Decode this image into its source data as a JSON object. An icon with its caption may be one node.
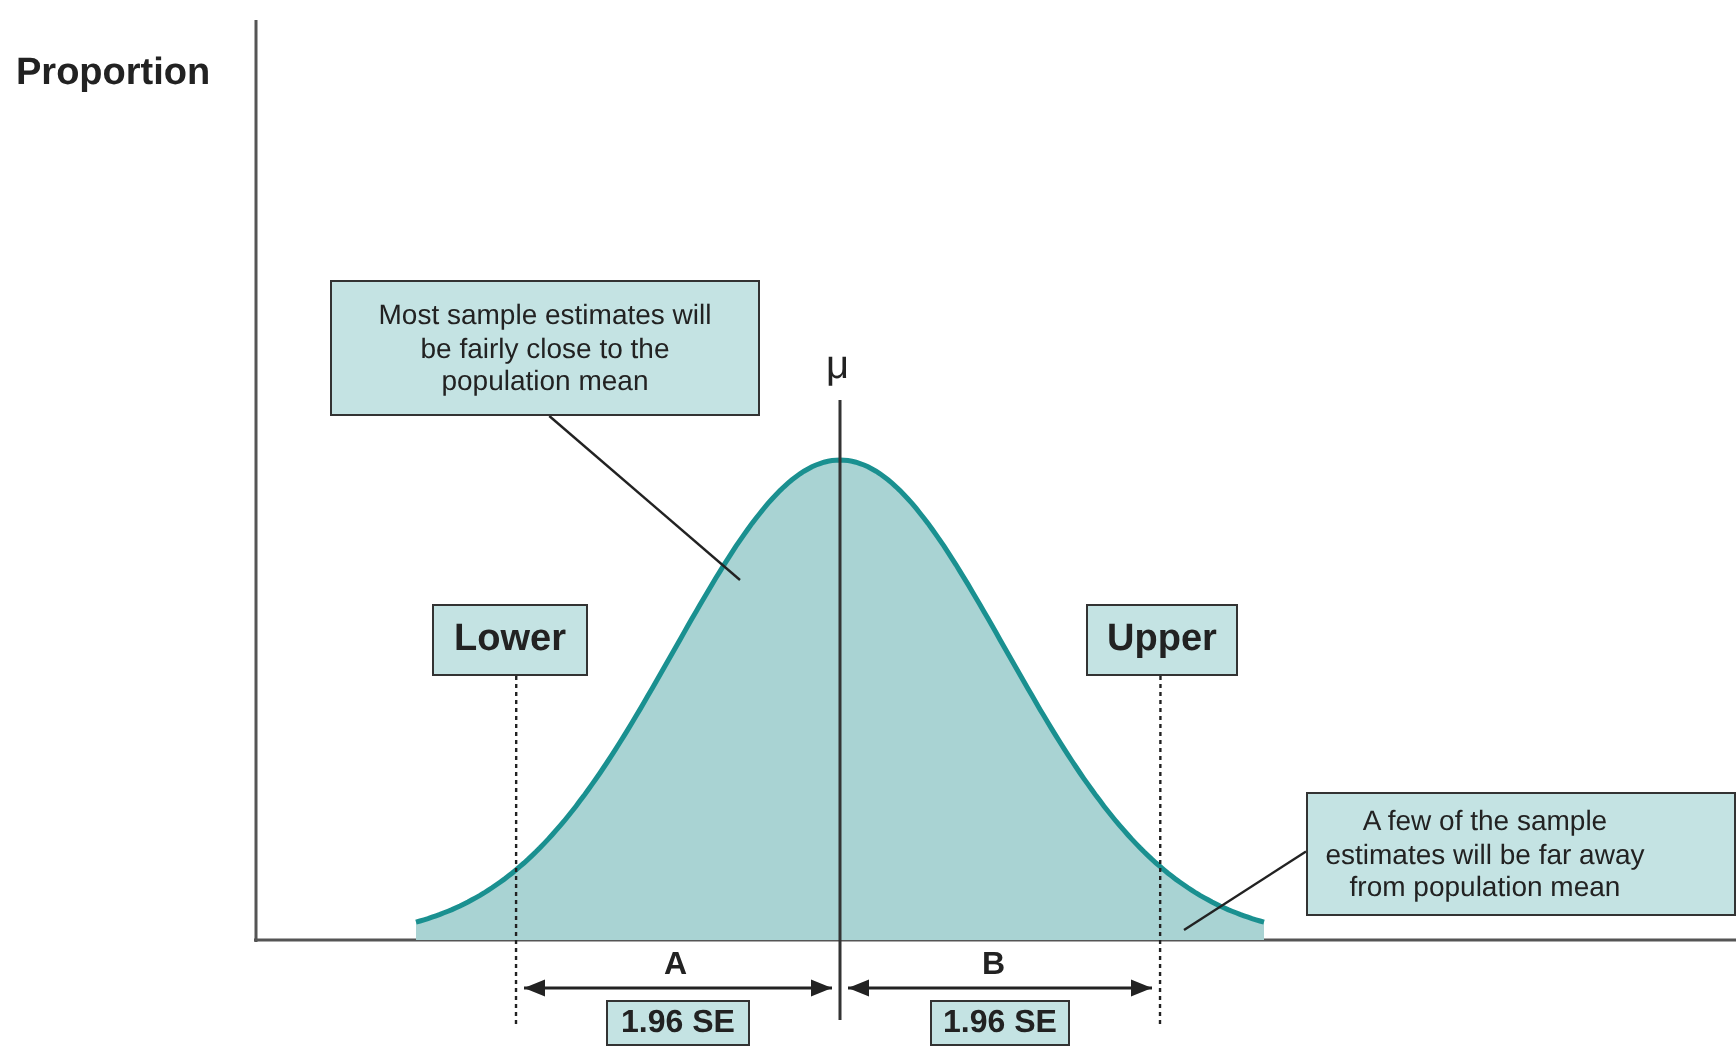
{
  "diagram": {
    "nodes": [
      {
        "text": [
          "Most sample estimates will be fairly close to the population mean"
        ]
      },
      {
        "text": [
          "Lower"
        ]
      },
      {
        "text": [
          "Upper"
        ]
      },
      {
        "text": [
          "A few of the sample estimates will be far away from population mean"
        ]
      },
      {
        "text": [
          "1.96 SE"
        ]
      },
      {
        "text": [
          "1.96 SE"
        ]
      }
    ],
    "edges": [
      {
        "from": 0,
        "to": null,
        "arrow": "none"
      },
      {
        "from": 3,
        "to": null,
        "arrow": "none"
      },
      {
        "from": 1,
        "to": null,
        "arrow": "none",
        "style": "dashed"
      },
      {
        "from": 2,
        "to": null,
        "arrow": "none",
        "style": "dashed"
      }
    ],
    "labels": [
      "Proportion",
      "μ",
      "A",
      "B"
    ]
  }
}
